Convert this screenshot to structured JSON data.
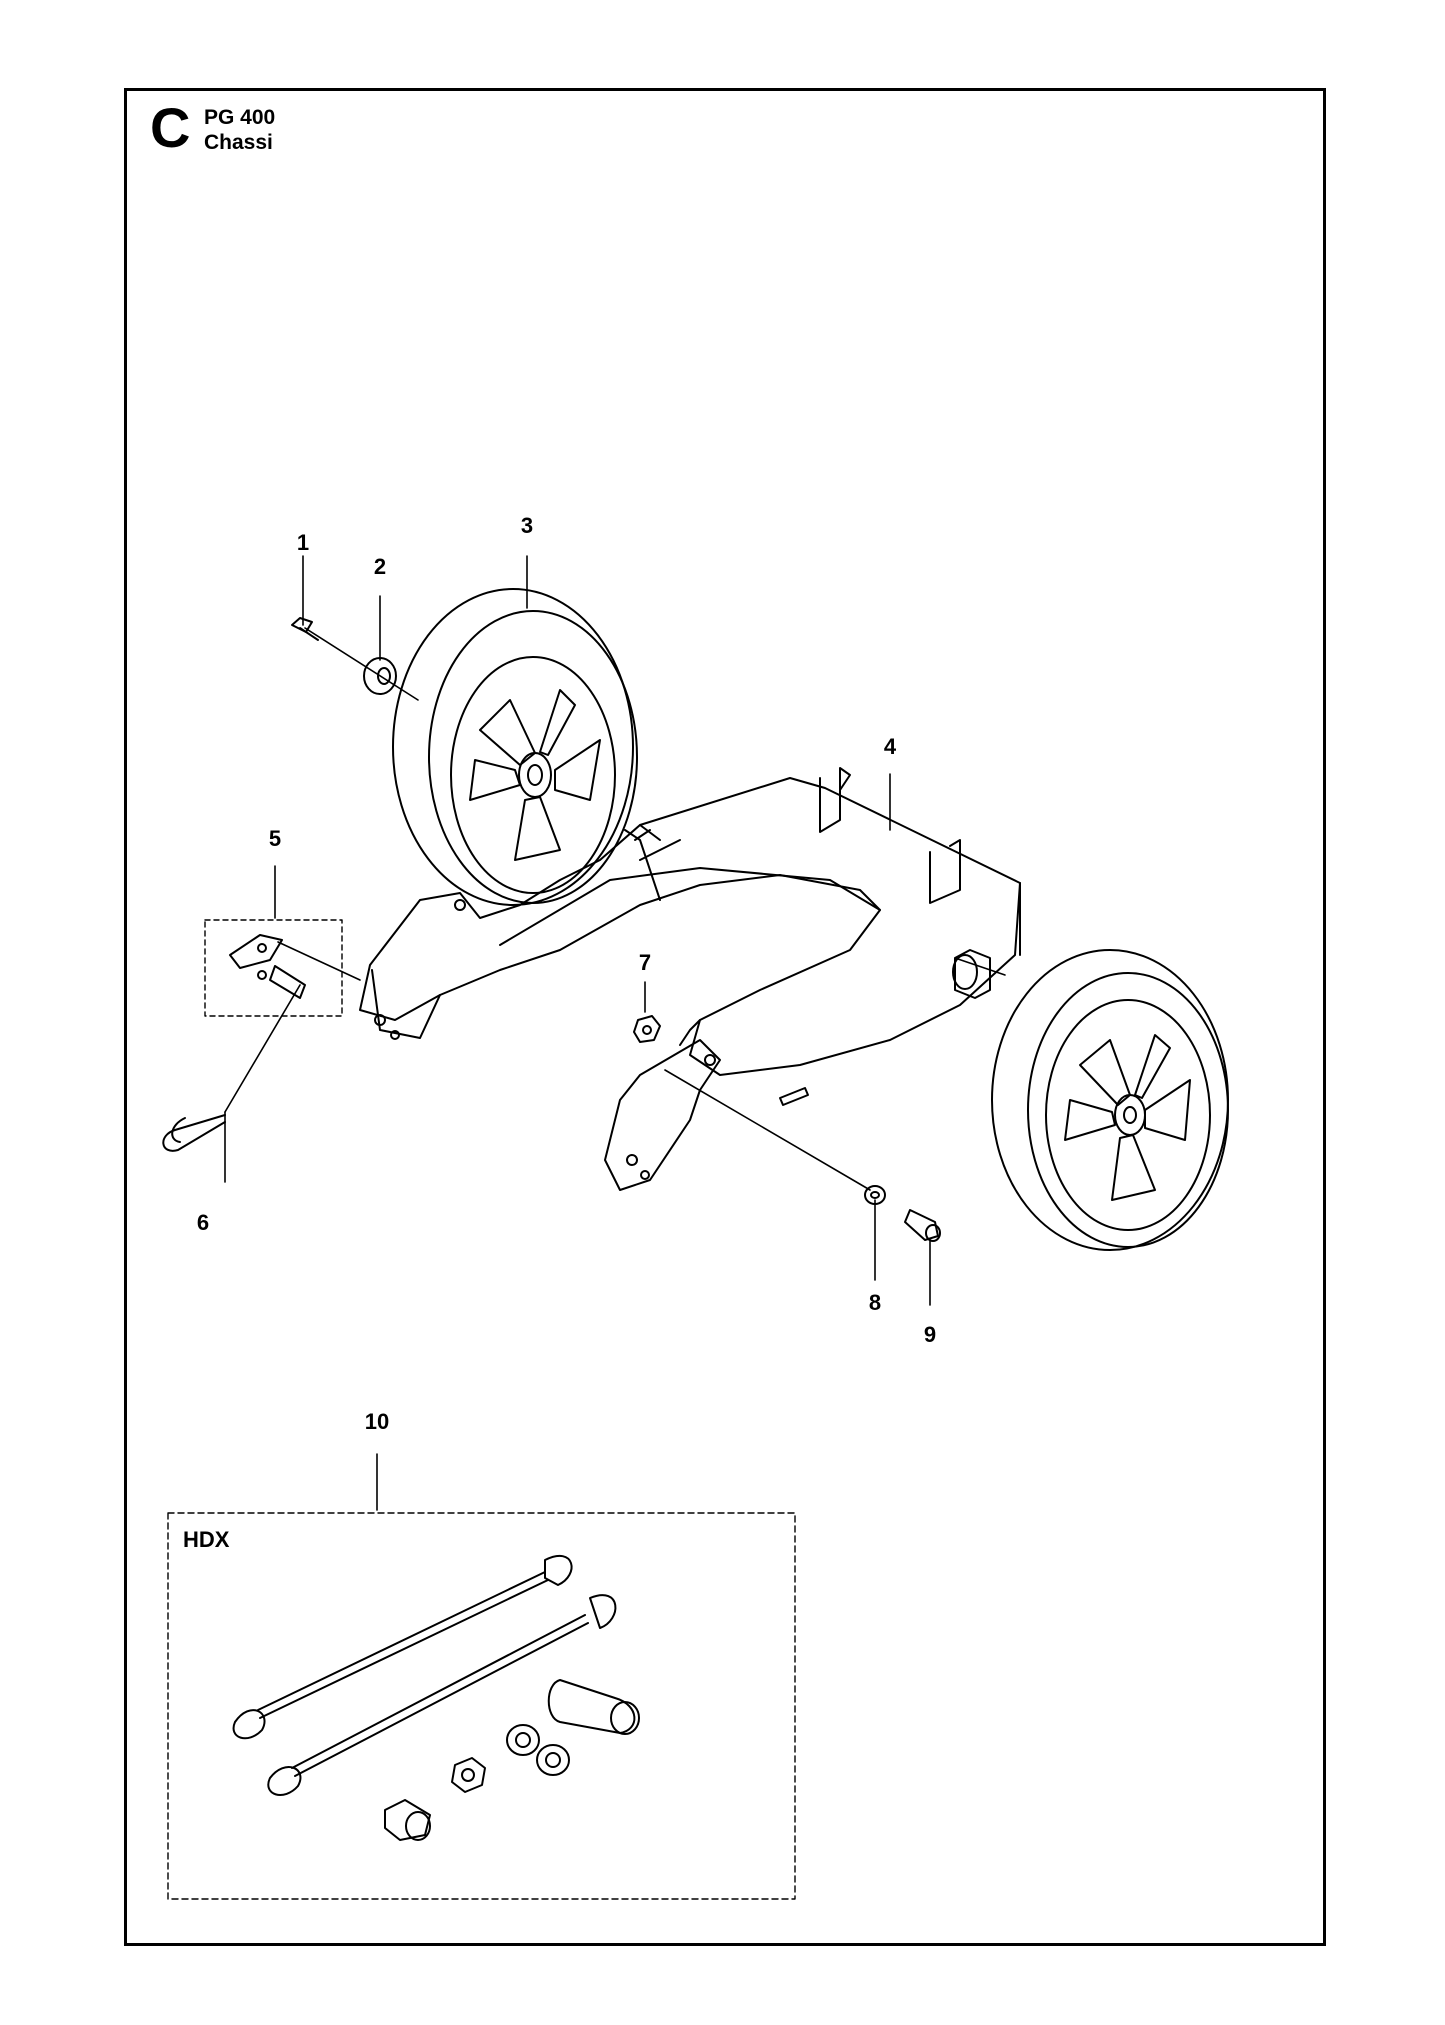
{
  "header": {
    "section_letter": "C",
    "model": "PG 400",
    "title": "Chassi"
  },
  "callouts": [
    "1",
    "2",
    "3",
    "4",
    "5",
    "6",
    "7",
    "8",
    "9",
    "10"
  ],
  "kit": {
    "label": "HDX"
  }
}
